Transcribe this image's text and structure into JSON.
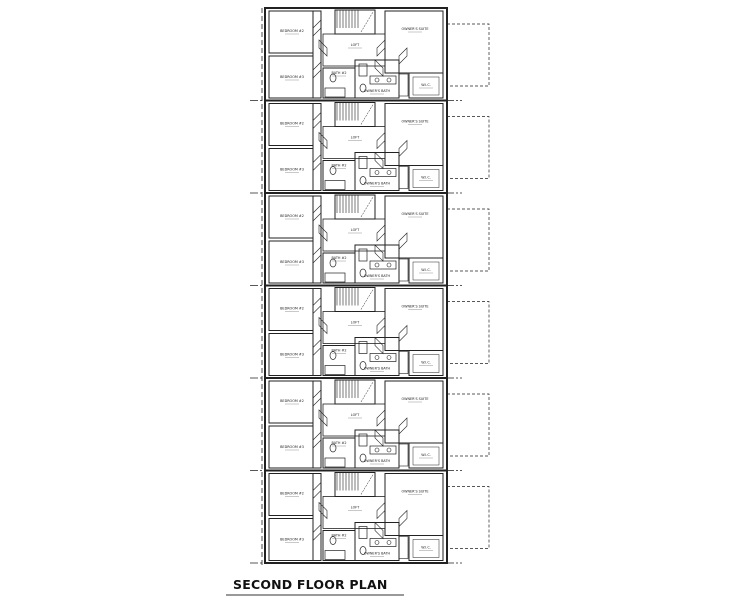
{
  "title": "SECOND FLOOR PLAN",
  "units": [
    {
      "rooms": {
        "bed2": "BEDROOM #2",
        "bed3": "BEDROOM #3",
        "loft": "LOFT",
        "suite": "OWNER'S SUITE",
        "bath2": "BATH #2",
        "obath": "OWNER'S BATH",
        "wic": "W.I.C."
      }
    },
    {
      "rooms": {
        "bed2": "BEDROOM #2",
        "bed3": "BEDROOM #3",
        "loft": "LOFT",
        "suite": "OWNER'S SUITE",
        "bath2": "BATH #2",
        "obath": "OWNER'S BATH",
        "wic": "W.I.C."
      }
    },
    {
      "rooms": {
        "bed2": "BEDROOM #2",
        "bed3": "BEDROOM #3",
        "loft": "LOFT",
        "suite": "OWNER'S SUITE",
        "bath2": "BATH #2",
        "obath": "OWNER'S BATH",
        "wic": "W.I.C."
      }
    },
    {
      "rooms": {
        "bed2": "BEDROOM #2",
        "bed3": "BEDROOM #3",
        "loft": "LOFT",
        "suite": "OWNER'S SUITE",
        "bath2": "BATH #2",
        "obath": "OWNER'S BATH",
        "wic": "W.I.C."
      }
    },
    {
      "rooms": {
        "bed2": "BEDROOM #2",
        "bed3": "BEDROOM #3",
        "loft": "LOFT",
        "suite": "OWNER'S SUITE",
        "bath2": "BATH #2",
        "obath": "OWNER'S BATH",
        "wic": "W.I.C."
      }
    },
    {
      "rooms": {
        "bed2": "BEDROOM #2",
        "bed3": "BEDROOM #3",
        "loft": "LOFT",
        "suite": "OWNER'S SUITE",
        "bath2": "BATH #2",
        "obath": "OWNER'S BATH",
        "wic": "W.I.C."
      }
    }
  ],
  "colors": {
    "line": "#222222",
    "rule": "#999999"
  }
}
